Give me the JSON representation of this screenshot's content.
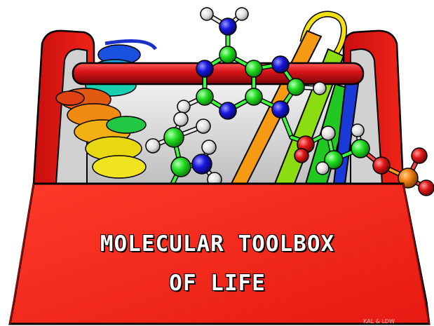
{
  "title": {
    "line1": "MOLECULAR TOOLBOX",
    "line2": "OF LIFE"
  },
  "credit": "KAL & LDW",
  "colors": {
    "box_red": "#e01010",
    "box_front": "#f2281c",
    "handle_red": "#c81216",
    "box_inner_grey": "#d6d6d6",
    "carbon_green": "#22dd22",
    "nitrogen_blue": "#1818e0",
    "oxygen_red": "#e01818",
    "phosphorus_orange": "#f08010",
    "hydrogen_white": "#f0f0f0"
  },
  "icons": [
    "protein-helix-icon",
    "beta-sheet-ribbon-icon",
    "adenine-molecule-icon",
    "amino-acid-molecule-icon",
    "phosphate-group-icon"
  ]
}
